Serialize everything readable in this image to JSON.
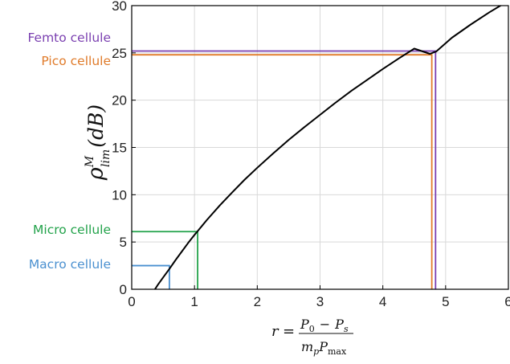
{
  "chart_data": {
    "type": "line",
    "xlabel_parts": {
      "lhs": "r",
      "eq": "=",
      "num_p0": "P",
      "num_p0_sub": "0",
      "minus": "−",
      "num_ps": "P",
      "num_ps_sub": "s",
      "den_m": "m",
      "den_m_sub": "p",
      "den_p": "P",
      "den_p_sub": "max"
    },
    "ylabel_parts": {
      "rho": "ρ",
      "sup": "M",
      "sub": "lim",
      "unit": "(dB)"
    },
    "xlim": [
      0,
      6
    ],
    "ylim": [
      0,
      30
    ],
    "xticks": [
      "0",
      "1",
      "2",
      "3",
      "4",
      "5",
      "6"
    ],
    "yticks": [
      "0",
      "5",
      "10",
      "15",
      "20",
      "25",
      "30"
    ],
    "grid": true,
    "series": [
      {
        "color": "#000000",
        "x": [
          0.37,
          0.42,
          0.5,
          0.6,
          0.7,
          0.8,
          0.9,
          1.0,
          1.05,
          1.2,
          1.4,
          1.6,
          1.8,
          2.0,
          2.25,
          2.5,
          2.75,
          3.0,
          3.25,
          3.5,
          3.75,
          4.0,
          4.25,
          4.5,
          4.75,
          4.85,
          5.1,
          5.4,
          5.7,
          6.0
        ],
        "y": [
          0.0,
          0.5,
          1.25,
          2.15,
          3.1,
          4.0,
          4.9,
          5.75,
          6.15,
          7.35,
          8.85,
          10.25,
          11.6,
          12.85,
          14.35,
          15.8,
          17.15,
          18.45,
          19.75,
          21.0,
          22.15,
          23.3,
          24.4,
          25.45,
          24.9,
          25.15,
          26.6,
          28.0,
          29.3,
          30.5
        ]
      }
    ],
    "markers": [
      {
        "name": "Femto cellule",
        "color": "#7a3fb0",
        "x": 4.84,
        "y": 25.2
      },
      {
        "name": "Pico cellule",
        "color": "#e07b2a",
        "x": 4.78,
        "y": 24.8
      },
      {
        "name": "Micro cellule",
        "color": "#22a24a",
        "x": 1.05,
        "y": 6.1
      },
      {
        "name": "Macro cellule",
        "color": "#4a90d0",
        "x": 0.6,
        "y": 2.5
      }
    ]
  }
}
